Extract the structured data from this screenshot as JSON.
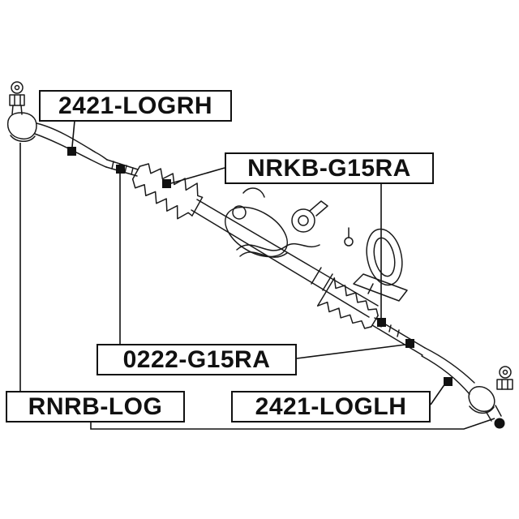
{
  "diagram": {
    "background": "#ffffff",
    "line_color": "#1a1a1a",
    "marker_color": "#111111"
  },
  "labels": {
    "logrh": "2421-LOGRH",
    "nrkb": "NRKB-G15RA",
    "inner": "0222-G15RA",
    "rnrb": "RNRB-LOG",
    "loglh": "2421-LOGLH"
  }
}
